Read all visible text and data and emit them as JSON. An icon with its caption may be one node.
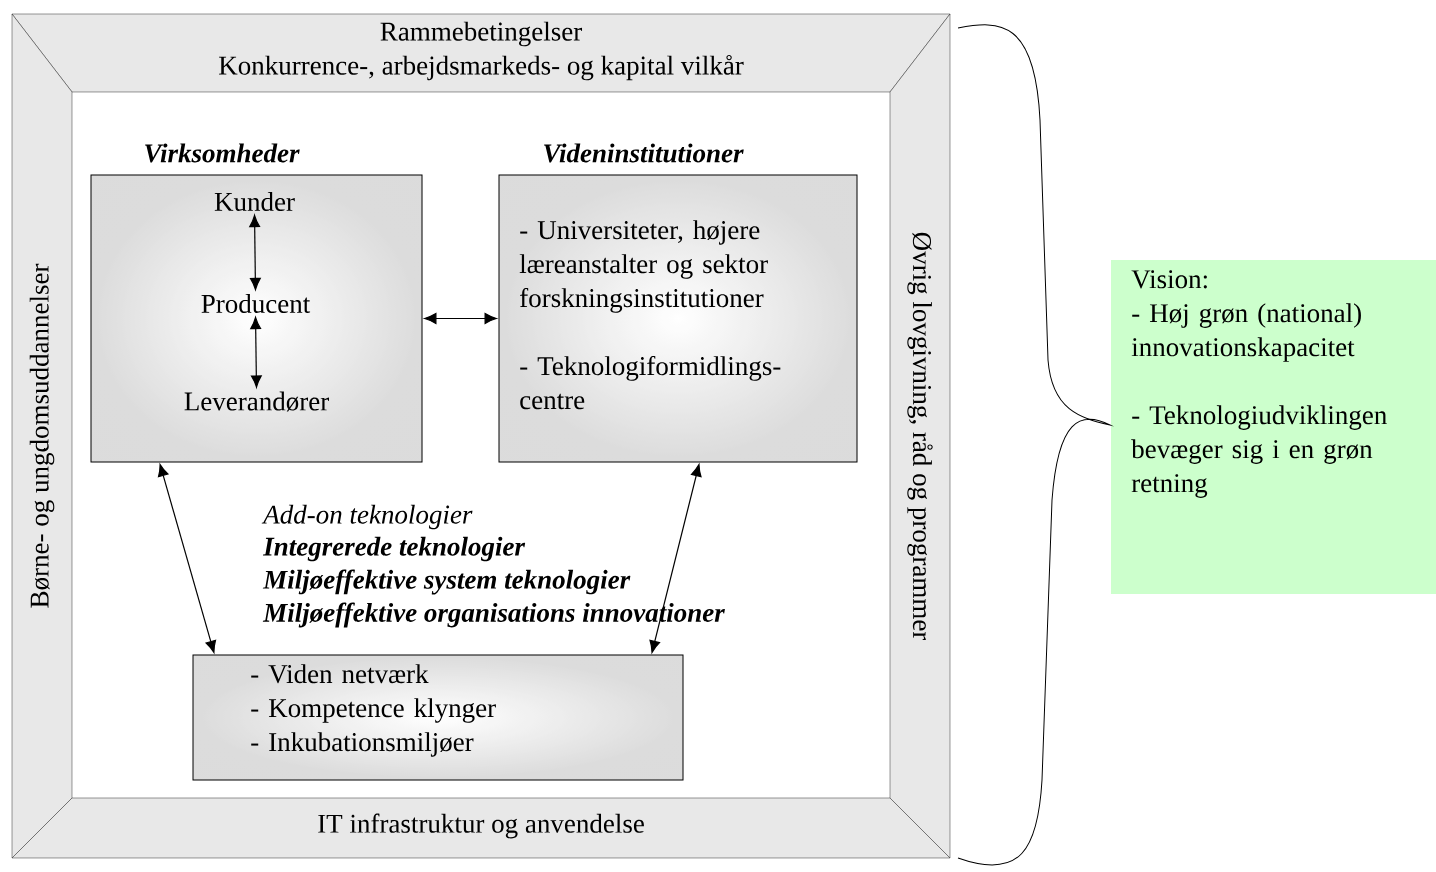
{
  "diagram": {
    "nodes": [
      {
        "text": [
          "Rammebetingelser",
          "Konkurrence-, arbejdsmarkeds- og kapital vilkår"
        ]
      },
      {
        "text": [
          "Børne- og  ungdomsuddannelser"
        ]
      },
      {
        "text": [
          "Øvrig lovgivning, råd og programmer"
        ]
      },
      {
        "text": [
          "IT infrastruktur og anvendelse"
        ]
      },
      {
        "text": [
          "Virksomheder"
        ]
      },
      {
        "text": [
          "Kunder"
        ],
        "in": 4
      },
      {
        "text": [
          "Producent"
        ],
        "in": 4
      },
      {
        "text": [
          "Leverandører"
        ],
        "in": 4
      },
      {
        "text": [
          "Videninstitutioner",
          "- Universiteter, højere læreanstalter og sektor forskningsinstitutioner",
          "- Teknologiformidlings- centre"
        ]
      },
      {
        "text": [
          "-  Viden netværk",
          "- Kompetence klynger",
          "- Inkubationsmiljøer"
        ]
      },
      {
        "text": [
          "Vision:",
          "- Høj grøn (national) innovationskapacitet",
          "- Teknologiudviklingen bevæger sig i en grøn retning"
        ]
      }
    ],
    "edges": [
      {
        "from": 5,
        "to": 6,
        "arrow": "both"
      },
      {
        "from": 6,
        "to": 7,
        "arrow": "both"
      },
      {
        "from": 4,
        "to": 8,
        "arrow": "both"
      },
      {
        "from": 4,
        "to": 9,
        "arrow": "both"
      },
      {
        "from": 8,
        "to": 9,
        "arrow": "both"
      }
    ],
    "labels": [
      "Add-on teknologier",
      "Integrerede teknologier",
      "Miljøeffektive system teknologier",
      "Miljøeffektive organisations innovationer"
    ]
  }
}
